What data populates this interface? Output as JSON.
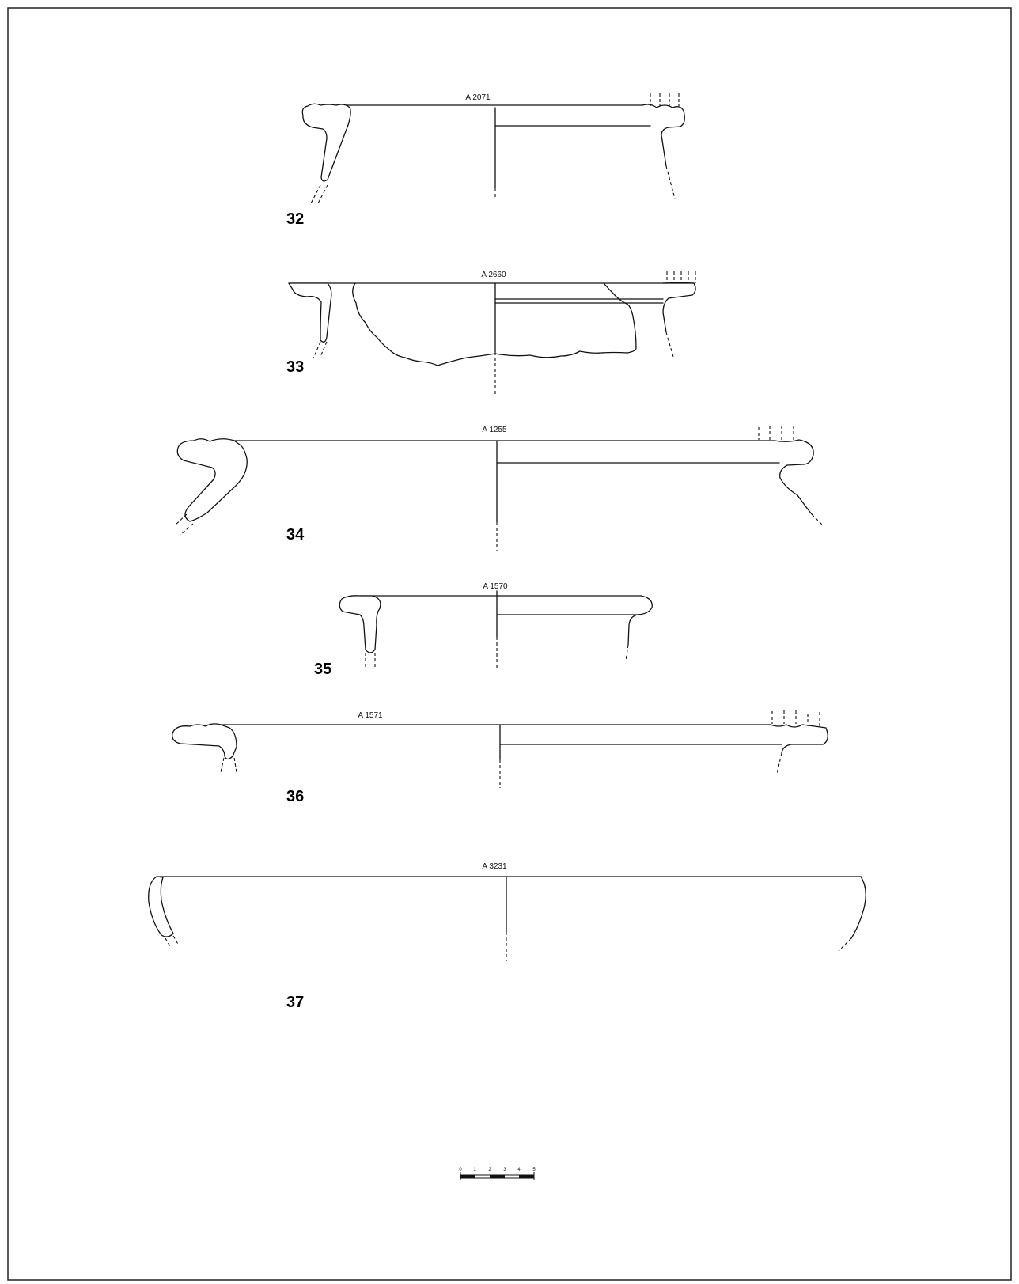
{
  "figures": [
    {
      "number": "32",
      "code": "A 2071"
    },
    {
      "number": "33",
      "code": "A 2660"
    },
    {
      "number": "34",
      "code": "A 1255"
    },
    {
      "number": "35",
      "code": "A 1570"
    },
    {
      "number": "36",
      "code": "A 1571"
    },
    {
      "number": "37",
      "code": "A 3231"
    }
  ],
  "scale": {
    "labels": [
      "0",
      "1",
      "2",
      "3",
      "4",
      "5"
    ]
  },
  "colors": {
    "line": "#111111",
    "background": "#ffffff"
  }
}
